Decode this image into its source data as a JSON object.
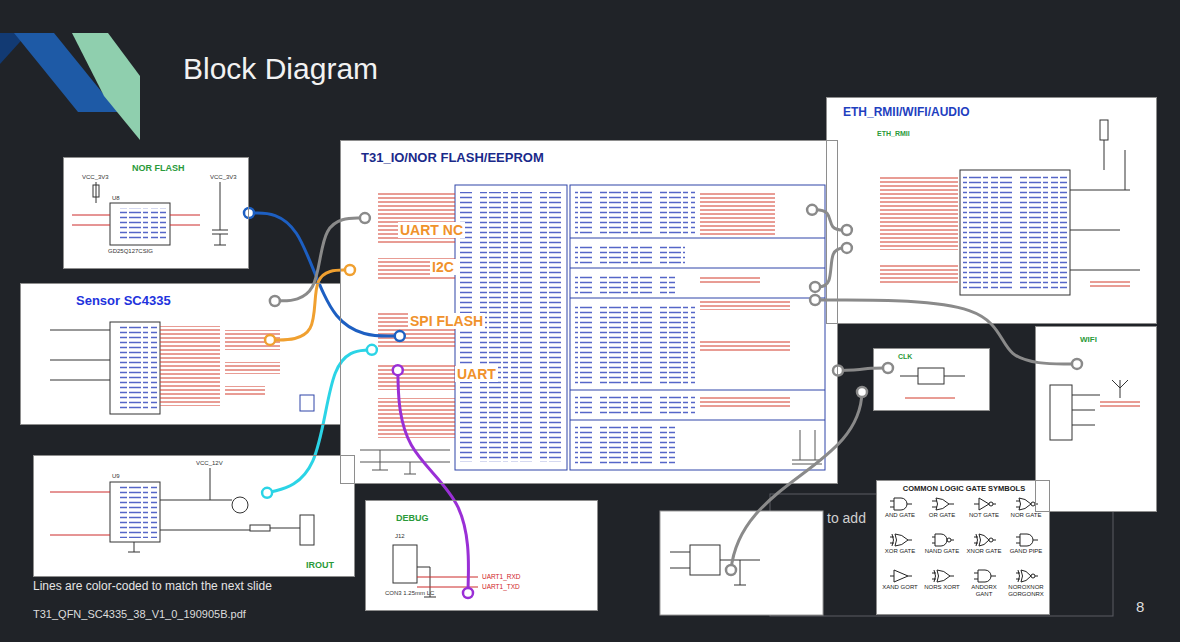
{
  "diagram": {
    "title": "Block Diagram",
    "caption": "Lines are color-coded to match the next slide",
    "nodes": [
      {
        "text": [
          "NOR FLASH"
        ]
      },
      {
        "text": [
          "Sensor SC4335"
        ]
      },
      {
        "text": [
          "IROUT"
        ]
      },
      {
        "text": [
          "T31_IO/NOR FLASH/EEPROM"
        ]
      },
      {
        "text": [
          "DEBUG"
        ]
      },
      {
        "text": [
          "ETH_RMII/WIFI/AUDIO",
          "ETH_RMII"
        ]
      },
      {
        "text": [
          "CLK"
        ]
      },
      {
        "text": [
          "WIFI"
        ]
      },
      {
        "text": [
          "to add"
        ]
      },
      {
        "text": [
          "COMMON LOGIC GATE SYMBOLS"
        ]
      }
    ],
    "edges": [
      {
        "from": 0,
        "to": 3,
        "arrow": "none"
      },
      {
        "from": 1,
        "to": 3,
        "arrow": "none"
      },
      {
        "from": 1,
        "to": 3,
        "arrow": "none"
      },
      {
        "from": 2,
        "to": 3,
        "arrow": "none"
      },
      {
        "from": 4,
        "to": 3,
        "arrow": "none"
      },
      {
        "from": 3,
        "to": 5,
        "arrow": "none"
      },
      {
        "from": 3,
        "to": 5,
        "arrow": "none"
      },
      {
        "from": 3,
        "to": 7,
        "arrow": "none"
      },
      {
        "from": 3,
        "to": 6,
        "arrow": "none"
      }
    ],
    "labels": [
      "UART NC",
      "I2C",
      "SPI FLASH",
      "UART",
      "VCC_3V3",
      "VCC_3V3",
      "U8",
      "GD25Q127CSIG",
      "VCC_12V",
      "U9",
      "J12",
      "CON3 1.25mm LC",
      "UART1_RXD",
      "UART1_TXD",
      "AND GATE",
      "OR GATE",
      "NOT GATE",
      "NOR GATE",
      "XOR GATE",
      "NAND GATE",
      "XNOR GATE",
      "GAND PIPE",
      "XAND GORT",
      "NORS XORT",
      "ANDORX GANT",
      "NOROXNOR GORGONRX",
      "T31_QFN_SC4335_38_V1_0_190905B.pdf",
      "8"
    ]
  }
}
